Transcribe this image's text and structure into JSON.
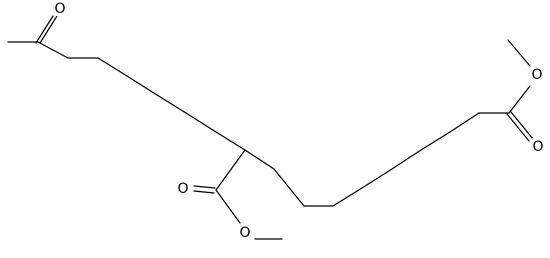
{
  "structure": {
    "atom_labels": [
      {
        "id": "o1",
        "text": "O"
      },
      {
        "id": "o2",
        "text": "O"
      },
      {
        "id": "o3",
        "text": "O"
      },
      {
        "id": "o4",
        "text": "O"
      },
      {
        "id": "o5",
        "text": "O"
      }
    ]
  },
  "colors": {
    "bond": "#000000",
    "label": "#000000",
    "background": "#ffffff"
  }
}
